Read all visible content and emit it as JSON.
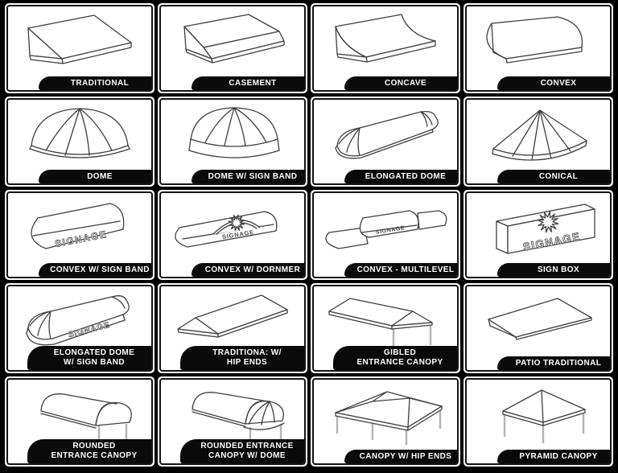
{
  "colors": {
    "frame": "#000000",
    "cell_background": "#ffffff",
    "cell_border": "#141414",
    "label_background": "#0a0a0a",
    "label_text": "#ffffff",
    "line": "#3f3f3f",
    "leg": "#b3b3b3"
  },
  "signage_text": "SIGNAGE",
  "grid": {
    "rows": 5,
    "cols": 4
  },
  "cells": [
    {
      "icon": "traditional-awning-drawing",
      "label": "TRADITIONAL"
    },
    {
      "icon": "casement-awning-drawing",
      "label": "CASEMENT"
    },
    {
      "icon": "concave-awning-drawing",
      "label": "CONCAVE"
    },
    {
      "icon": "convex-awning-drawing",
      "label": "CONVEX"
    },
    {
      "icon": "dome-awning-drawing",
      "label": "DOME"
    },
    {
      "icon": "dome-with-sign-band-drawing",
      "label": "DOME W/ SIGN BAND"
    },
    {
      "icon": "elongated-dome-drawing",
      "label": "ELONGATED DOME"
    },
    {
      "icon": "conical-awning-drawing",
      "label": "CONICAL"
    },
    {
      "icon": "convex-with-sign-band-drawing",
      "label": "CONVEX W/ SIGN BAND"
    },
    {
      "icon": "convex-with-dornmer-drawing",
      "label": "CONVEX W/ DORNMER"
    },
    {
      "icon": "convex-multilevel-drawing",
      "label": "CONVEX - MULTILEVEL"
    },
    {
      "icon": "sign-box-drawing",
      "label": "SIGN BOX"
    },
    {
      "icon": "elongated-dome-with-sign-band-drawing",
      "label_lines": [
        "ELONGATED DOME",
        "W/ SIGN BAND"
      ]
    },
    {
      "icon": "traditional-with-hip-ends-drawing",
      "label_lines": [
        "TRADITIONA: W/",
        "HIP ENDS"
      ]
    },
    {
      "icon": "gibled-entrance-canopy-drawing",
      "label_lines": [
        "GIBLED",
        "ENTRANCE CANOPY"
      ]
    },
    {
      "icon": "patio-traditional-drawing",
      "label": "PATIO TRADITIONAL"
    },
    {
      "icon": "rounded-entrance-canopy-drawing",
      "label_lines": [
        "ROUNDED",
        "ENTRANCE CANOPY"
      ]
    },
    {
      "icon": "rounded-entrance-canopy-with-dome-drawing",
      "label_lines": [
        "ROUNDED ENTRANCE",
        "CANOPY W/ DOME"
      ]
    },
    {
      "icon": "canopy-with-hip-ends-drawing",
      "label": "CANOPY W/ HIP ENDS"
    },
    {
      "icon": "pyramid-canopy-drawing",
      "label": "PYRAMID CANOPY"
    }
  ]
}
